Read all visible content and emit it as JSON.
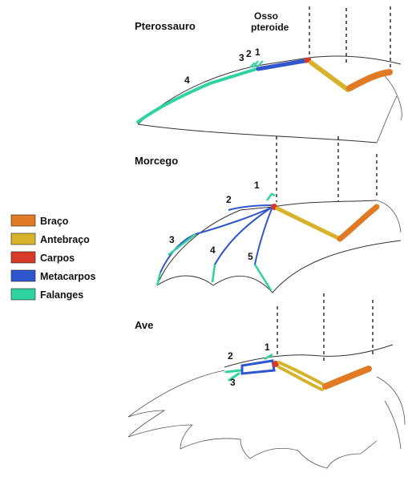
{
  "colors": {
    "braco": "#e07a24",
    "antebraco": "#d6b32b",
    "carpos": "#d73b27",
    "metacarpos": "#2f56cc",
    "falanges": "#2fd3a0"
  },
  "legend": [
    {
      "label": "Braço",
      "color": "#e07a24"
    },
    {
      "label": "Antebraço",
      "color": "#d6b32b"
    },
    {
      "label": "Carpos",
      "color": "#d73b27"
    },
    {
      "label": "Metacarpos",
      "color": "#2f56cc"
    },
    {
      "label": "Falanges",
      "color": "#2fd3a0"
    }
  ],
  "pterosaur": {
    "title": "Pterossauro",
    "bone_note_line1": "Osso",
    "bone_note_line2": "pteroide",
    "digits": [
      "1",
      "2",
      "3",
      "4"
    ]
  },
  "bat": {
    "title": "Morcego",
    "digits": [
      "1",
      "2",
      "3",
      "4",
      "5"
    ]
  },
  "bird": {
    "title": "Ave",
    "digits": [
      "1",
      "2",
      "3"
    ]
  }
}
